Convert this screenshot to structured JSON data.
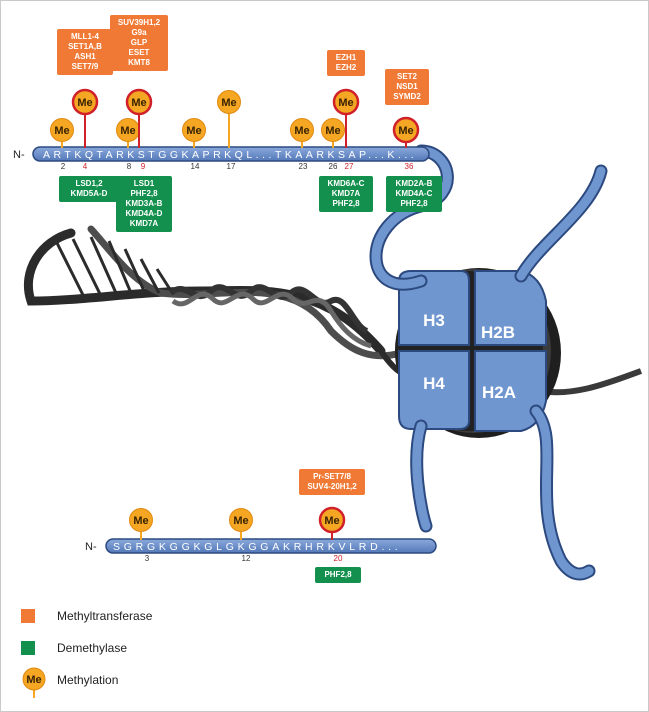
{
  "colors": {
    "methyltransferase": "#f07a35",
    "demethylase": "#14904e",
    "methylation_fill": "#f5a623",
    "histone_blue": "#6f93cc",
    "histone_dark": "#2c4a80",
    "residue_red": "#d0202a"
  },
  "h3_tail": {
    "n_label": "N-",
    "sequence": "ARTKQTARKSTGGKAPRKQL...TKAARKSAP...K...",
    "numbers": [
      "2",
      "4",
      "8",
      "9",
      "14",
      "17",
      "23",
      "26",
      "27",
      "36"
    ]
  },
  "h4_tail": {
    "n_label": "N-",
    "sequence": "SGRGKGGKGLGKGGAKRHRKVLRD...",
    "numbers": [
      "3",
      "12",
      "20"
    ]
  },
  "methylation_label": "Me",
  "h3_methyltransferases": {
    "k4": [
      "MLL1-4",
      "SET1A,B",
      "ASH1",
      "SET7/9"
    ],
    "k9": [
      "SUV39H1,2",
      "G9a",
      "GLP",
      "ESET",
      "KMT8"
    ],
    "k27": [
      "EZH1",
      "EZH2"
    ],
    "k36": [
      "SET2",
      "NSD1",
      "SYMD2"
    ]
  },
  "h3_demethylases": {
    "k4": [
      "LSD1,2",
      "KMD5A-D"
    ],
    "k9": [
      "LSD1",
      "PHF2,8",
      "KMD3A-B",
      "KMD4A-D",
      "KMD7A"
    ],
    "k27": [
      "KMD6A-C",
      "KMD7A",
      "PHF2,8"
    ],
    "k36": [
      "KMD2A-B",
      "KMD4A-C",
      "PHF2,8"
    ]
  },
  "h4_methyltransferases": {
    "k20": [
      "Pr-SET7/8",
      "SUV4-20H1,2"
    ]
  },
  "h4_demethylases": {
    "k20": [
      "PHF2,8"
    ]
  },
  "nucleosome": {
    "h3": "H3",
    "h2b": "H2B",
    "h4": "H4",
    "h2a": "H2A"
  },
  "legend": {
    "methyltransferase": "Methyltransferase",
    "demethylase": "Demethylase",
    "methylation": "Methylation"
  }
}
